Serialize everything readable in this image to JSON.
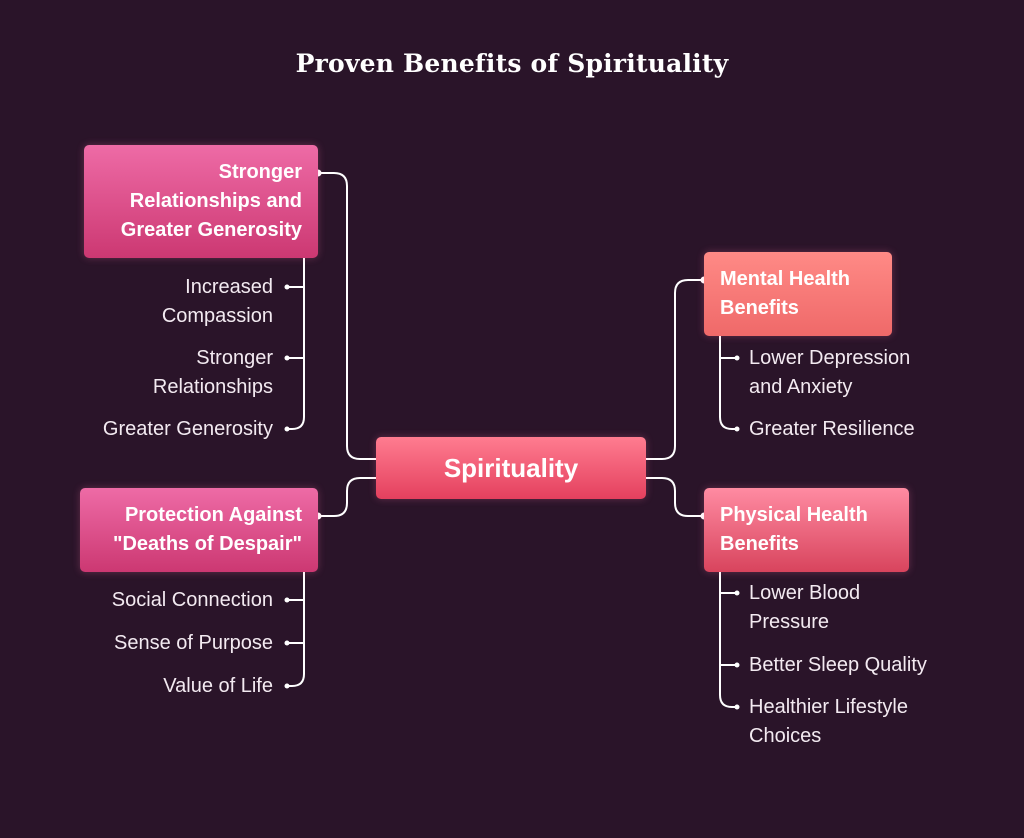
{
  "title": "Proven Benefits of Spirituality",
  "center": {
    "label": "Spirituality"
  },
  "branches": [
    {
      "label_lines": [
        "Stronger",
        "Relationships and",
        "Greater Generosity"
      ],
      "leaves": [
        {
          "lines": [
            "Increased",
            "Compassion"
          ]
        },
        {
          "lines": [
            "Stronger",
            "Relationships"
          ]
        },
        {
          "lines": [
            "Greater Generosity"
          ]
        }
      ]
    },
    {
      "label_lines": [
        "Protection Against",
        "\"Deaths of Despair\""
      ],
      "leaves": [
        {
          "lines": [
            "Social Connection"
          ]
        },
        {
          "lines": [
            "Sense of Purpose"
          ]
        },
        {
          "lines": [
            "Value of Life"
          ]
        }
      ]
    },
    {
      "label_lines": [
        "Mental Health",
        "Benefits"
      ],
      "leaves": [
        {
          "lines": [
            "Lower Depression",
            "and Anxiety"
          ]
        },
        {
          "lines": [
            "Greater Resilience"
          ]
        }
      ]
    },
    {
      "label_lines": [
        "Physical Health",
        "Benefits"
      ],
      "leaves": [
        {
          "lines": [
            "Lower Blood",
            "Pressure"
          ]
        },
        {
          "lines": [
            "Better Sleep Quality"
          ]
        },
        {
          "lines": [
            "Healthier Lifestyle",
            "Choices"
          ]
        }
      ]
    }
  ],
  "colors": {
    "background": "#2a1429",
    "connector": "#ffffff",
    "branch_top_left": "#d9427f",
    "branch_bottom_left": "#cf4070",
    "branch_mental": "#f47670",
    "branch_physical": "#e4405e",
    "center": "#e0405f"
  }
}
